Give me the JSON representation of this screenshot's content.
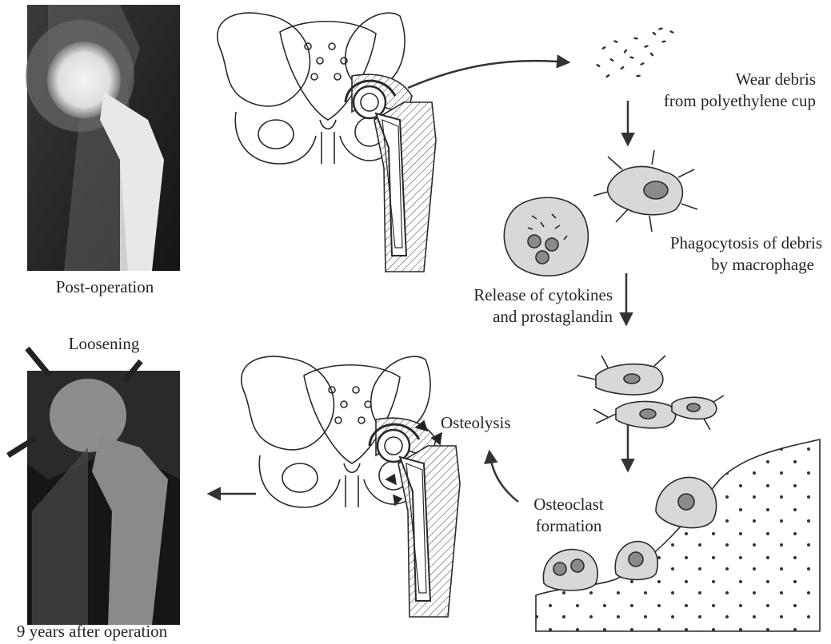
{
  "captions": {
    "post_operation": "Post-operation",
    "nine_years": "9 years after operation",
    "loosening": "Loosening",
    "wear_debris_line1": "Wear debris",
    "wear_debris_line2": "from polyethylene cup",
    "phagocytosis_line1": "Phagocytosis of debris",
    "phagocytosis_line2": "by macrophage",
    "release_line1": "Release of cytokines",
    "release_line2": "and prostaglandin",
    "osteolysis": "Osteolysis",
    "osteoclast_line1": "Osteoclast",
    "osteoclast_line2": "formation"
  },
  "colors": {
    "ink": "#2a2a2a",
    "xray_dark": "#1a1a1a",
    "xray_bone": "#8c8c8c",
    "implant_bright": "#eeeeee",
    "cell_fill": "#d8d8d8",
    "nucleus_fill": "#8a8a8a"
  }
}
